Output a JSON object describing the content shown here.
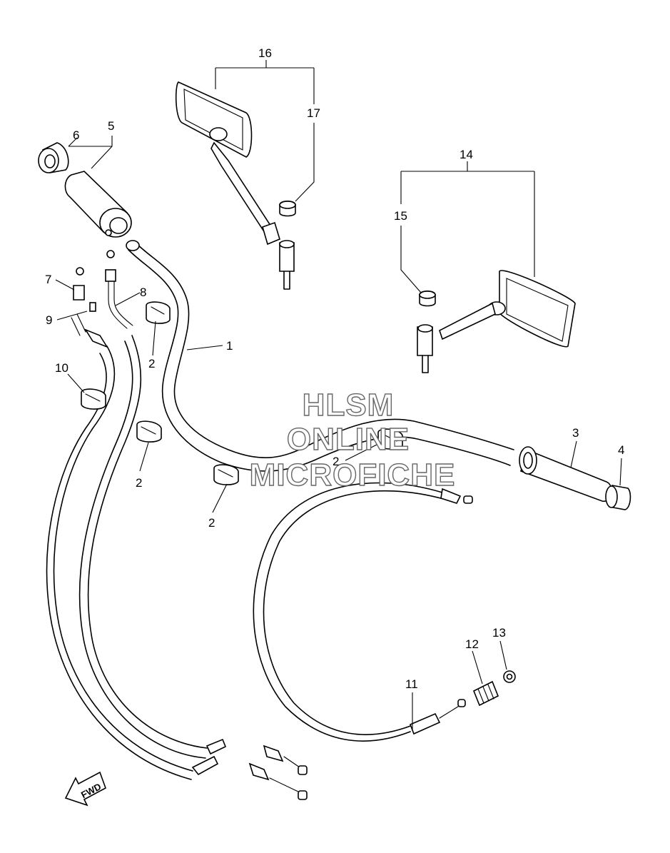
{
  "callouts": [
    {
      "id": "c1",
      "label": "1"
    },
    {
      "id": "c2a",
      "label": "2"
    },
    {
      "id": "c2b",
      "label": "2"
    },
    {
      "id": "c2c",
      "label": "2"
    },
    {
      "id": "c2d",
      "label": "2"
    },
    {
      "id": "c3",
      "label": "3"
    },
    {
      "id": "c4",
      "label": "4"
    },
    {
      "id": "c5",
      "label": "5"
    },
    {
      "id": "c6",
      "label": "6"
    },
    {
      "id": "c7",
      "label": "7"
    },
    {
      "id": "c8",
      "label": "8"
    },
    {
      "id": "c9",
      "label": "9"
    },
    {
      "id": "c10",
      "label": "10"
    },
    {
      "id": "c11",
      "label": "11"
    },
    {
      "id": "c12",
      "label": "12"
    },
    {
      "id": "c13",
      "label": "13"
    },
    {
      "id": "c14",
      "label": "14"
    },
    {
      "id": "c15",
      "label": "15"
    },
    {
      "id": "c16",
      "label": "16"
    },
    {
      "id": "c17",
      "label": "17"
    }
  ],
  "watermark": {
    "line1": "HLSM",
    "line2": "ONLINE",
    "line3": "MICROFICHE"
  },
  "fwd_label": "FWD"
}
